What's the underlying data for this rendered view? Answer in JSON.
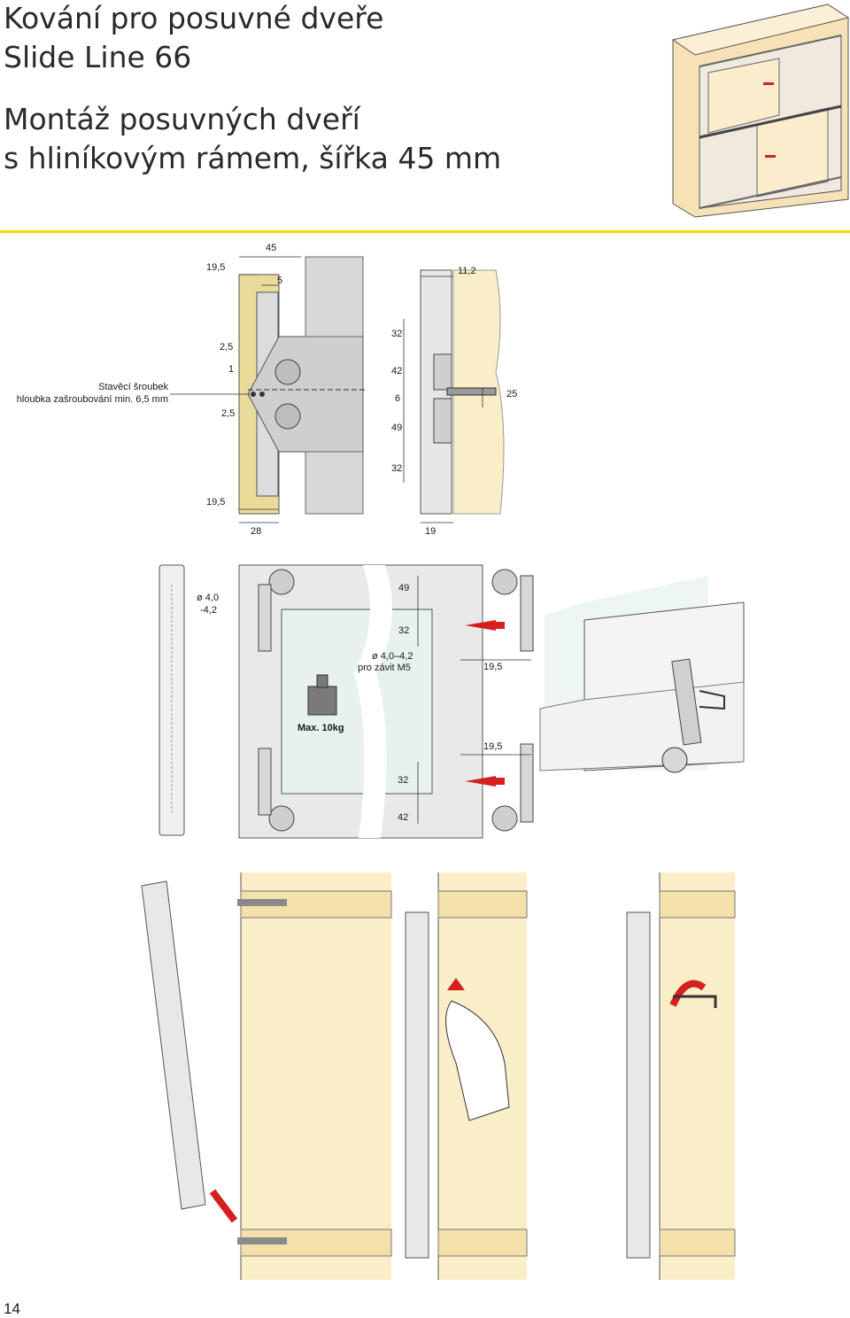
{
  "header": {
    "title_line1": "Kování pro posuvné dveře",
    "title_line2": "Slide Line 66",
    "subtitle_line1": "Montáž posuvných dveří",
    "subtitle_line2": "s hliníkovým rámem, šířka 45 mm"
  },
  "section_dims": {
    "d45": "45",
    "d19_5_top": "19,5",
    "d5": "5",
    "d11_2": "11,2",
    "d2_5_a": "2,5",
    "d1": "1",
    "d2_5_b": "2,5",
    "d19_5_bottom": "19,5",
    "d28": "28",
    "d19": "19",
    "d32_top": "32",
    "d42": "42",
    "d6": "6",
    "d49": "49",
    "d32_bottom": "32",
    "d25": "25"
  },
  "note": {
    "line1": "Stavěcí šroubek",
    "line2": "hloubka zašroubování min. 6,5 mm"
  },
  "door_view": {
    "hole_dia_line1": "ø 4,0",
    "hole_dia_line2": "-4,2",
    "d49": "49",
    "d32_top": "32",
    "thread_line1": "ø 4,0–4,2",
    "thread_line2": "pro závit M5",
    "d19_5_top": "19,5",
    "max_load": "Max. 10kg",
    "d19_5_bottom": "19,5",
    "d32_bottom": "32",
    "d42": "42"
  },
  "footer": {
    "page_number": "14"
  },
  "colors": {
    "accent_yellow": "#f5d600",
    "wood": "#faeec8",
    "steel": "#c8c8c8",
    "glass": "#e6f1f0",
    "arrow_red": "#d4201f"
  }
}
